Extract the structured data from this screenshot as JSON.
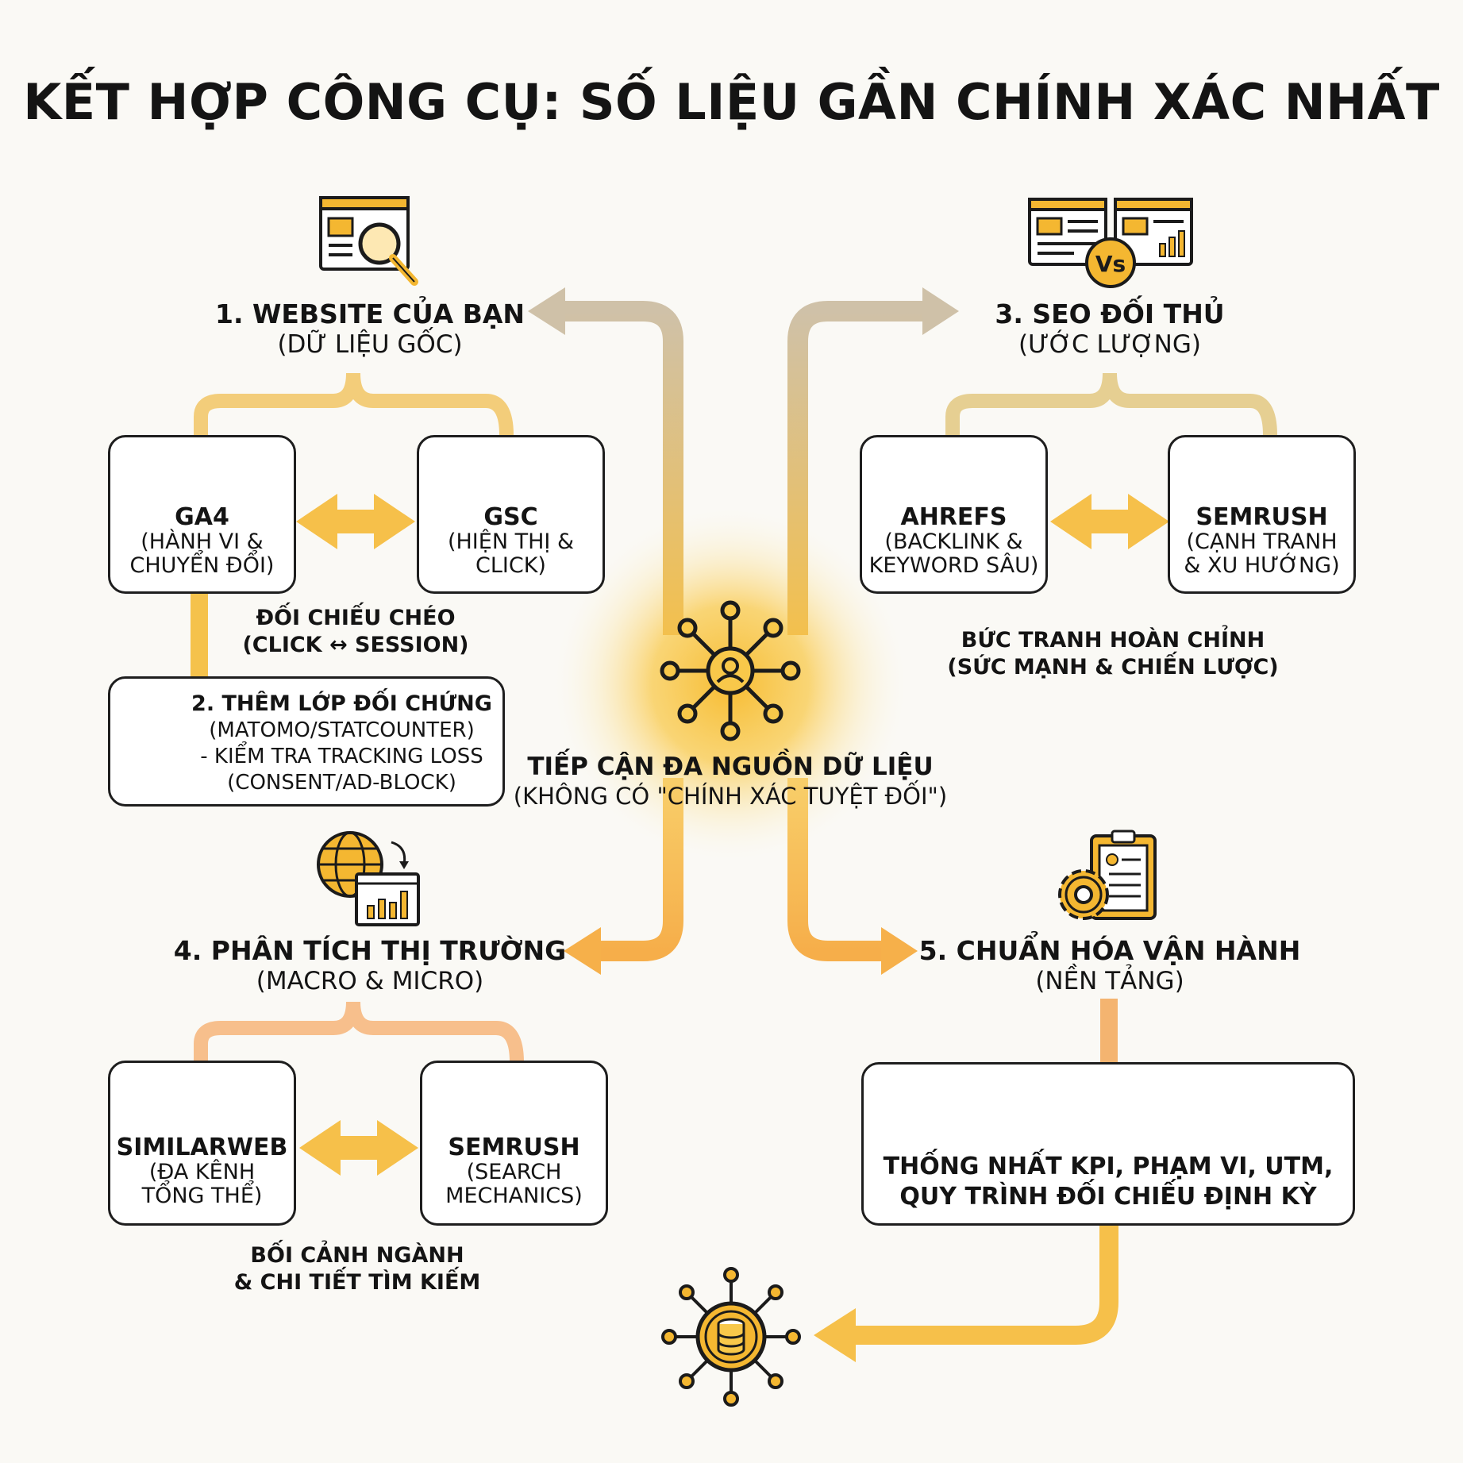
{
  "title": "KẾT HỢP CÔNG CỤ: SỐ LIỆU GẦN CHÍNH XÁC NHẤT",
  "center": {
    "title": "TIẾP CẬN ĐA NGUỒN DỮ LIỆU",
    "subtitle": "(KHÔNG CÓ \"CHÍNH XÁC TUYỆT ĐỐI\")"
  },
  "sections": {
    "website": {
      "title": "1. WEBSITE CỦA BẠN",
      "subtitle": "(DỮ LIỆU GỐC)"
    },
    "control": {
      "line1": "2. THÊM LỚP ĐỐI CHỨNG",
      "line2": "(MATOMO/STATCOUNTER)",
      "line3": "- KIỂM TRA TRACKING LOSS",
      "line4": "(CONSENT/AD-BLOCK)"
    },
    "competitor": {
      "title": "3. SEO ĐỐI THỦ",
      "subtitle": "(ƯỚC LƯỢNG)"
    },
    "market": {
      "title": "4. PHÂN TÍCH THỊ TRƯỜNG",
      "subtitle": "(MACRO & MICRO)"
    },
    "ops": {
      "title": "5. CHUẨN HÓA VẬN HÀNH",
      "subtitle": "(NỀN TẢNG)"
    }
  },
  "tools": {
    "ga4": {
      "name": "GA4",
      "line1": "(HÀNH VI &",
      "line2": "CHUYỂN ĐỔI)"
    },
    "gsc": {
      "name": "GSC",
      "line1": "(HIỆN THỊ &",
      "line2": "CLICK)"
    },
    "ahrefs": {
      "name": "AHREFS",
      "line1": "(BACKLINK &",
      "line2": "KEYWORD SÂU)"
    },
    "semrush_comp": {
      "name": "SEMRUSH",
      "line1": "(CẠNH TRANH",
      "line2": "& XU HƯỚNG)"
    },
    "similarweb": {
      "name": "SIMILARWEB",
      "line1": "(ĐA KÊNH",
      "line2": "TỔNG THỂ)"
    },
    "semrush_market": {
      "name": "SEMRUSH",
      "line1": "(SEARCH",
      "line2": "MECHANICS)"
    }
  },
  "notes": {
    "cross_check": {
      "line1": "ĐỐI CHIẾU CHÉO",
      "line2": "(CLICK ↔ SESSION)"
    },
    "full_picture": {
      "line1": "BỨC TRANH HOÀN CHỈNH",
      "line2": "(SỨC MẠNH & CHIẾN LƯỢC)"
    },
    "industry": {
      "line1": "BỐI CẢNH NGÀNH",
      "line2": "& CHI TIẾT TÌM KIẾM"
    }
  },
  "ops_box": {
    "line1": "THỐNG NHẤT KPI, PHẠM VI, UTM,",
    "line2": "QUY TRÌNH ĐỐI CHIẾU ĐỊNH KỲ"
  },
  "icons": {
    "website": "browser-search-icon",
    "competitor": "browser-versus-icon",
    "ga4": "funnel-icon",
    "gsc": "search-bar-icon",
    "control": "shield-check-icon",
    "ahrefs": "chain-link-icon",
    "semrush_comp": "trend-chart-icon",
    "center": "network-hub-icon",
    "market": "globe-chart-icon",
    "ops": "gear-clipboard-icon",
    "similarweb": "network-coin-icon",
    "semrush_market": "gear-search-icon",
    "ops_box": "checklist-icon",
    "bottom": "database-network-icon"
  },
  "colors": {
    "accent": "#f4b731",
    "accent_light": "#f5c95a",
    "beige": "#d2c3a6",
    "orange": "#f6b070",
    "text": "#141414"
  }
}
